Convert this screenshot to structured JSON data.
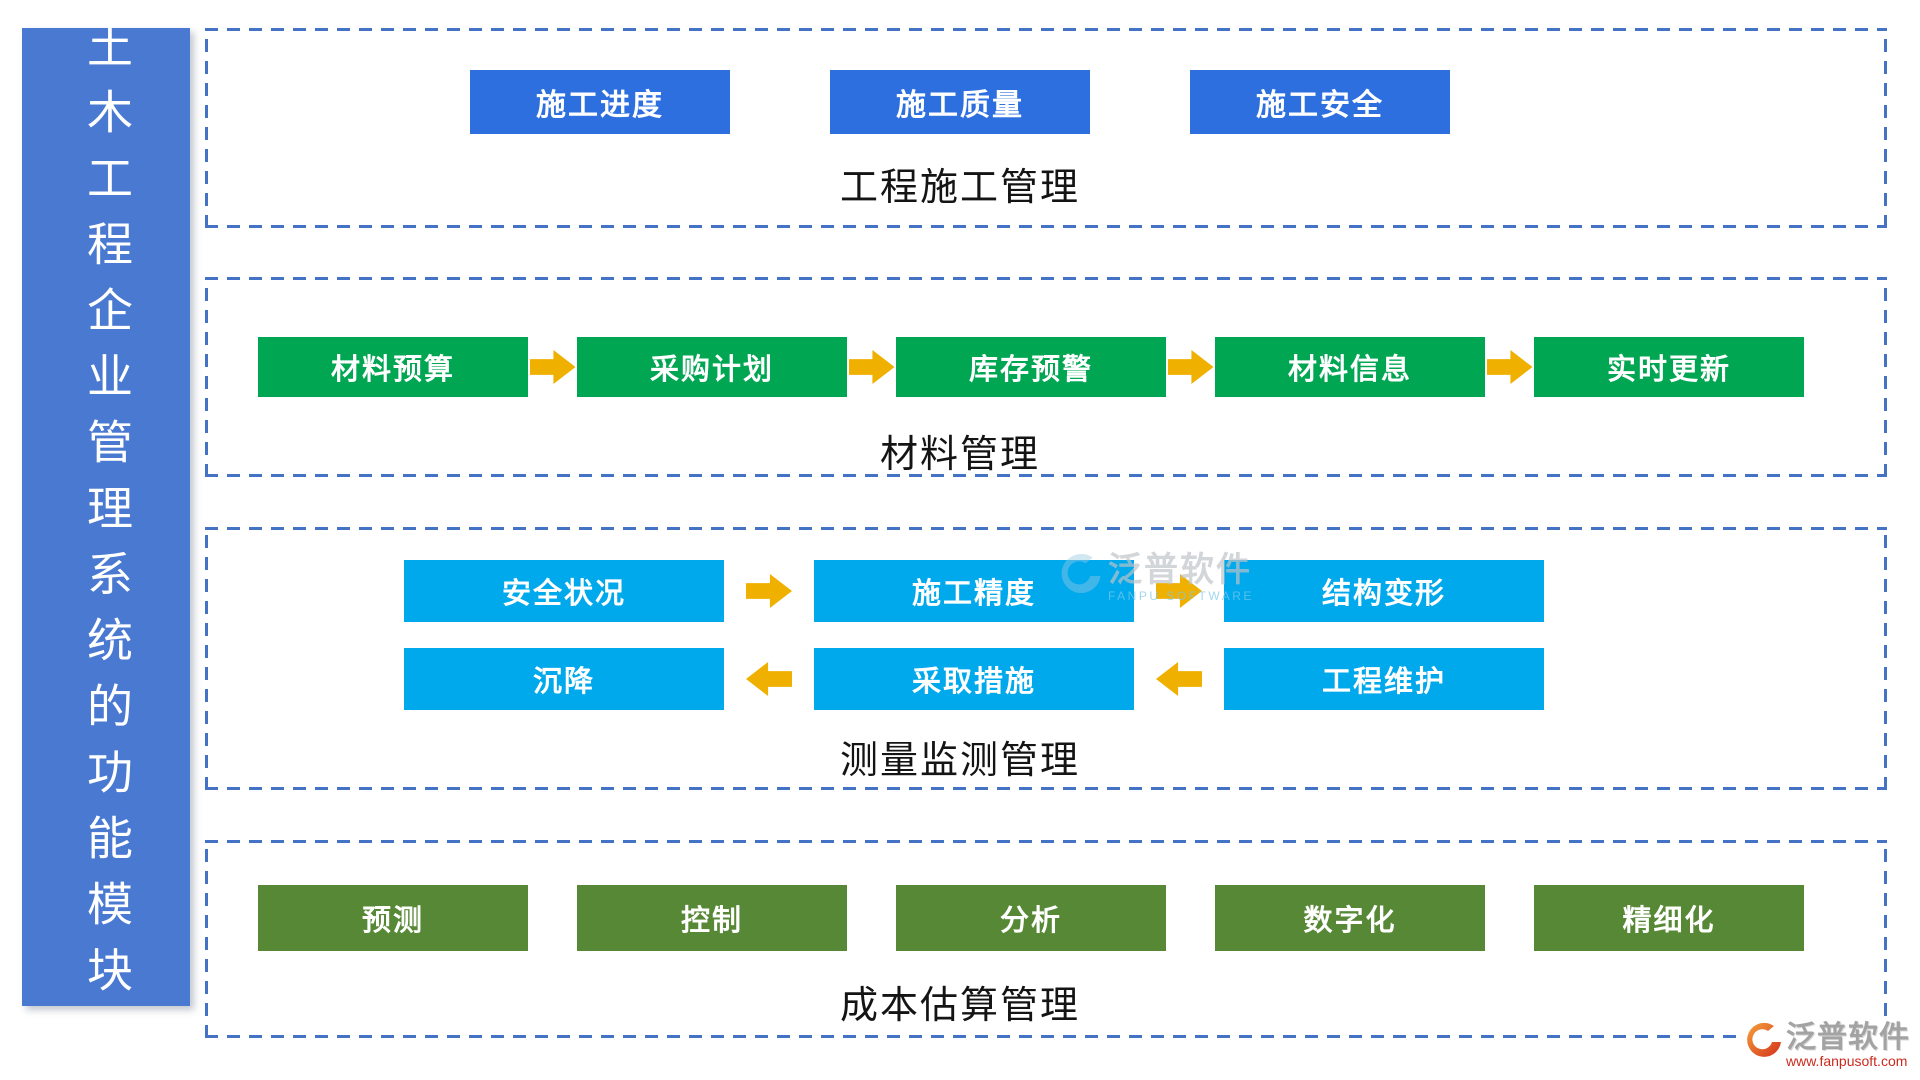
{
  "sidebar": {
    "title": "土木工程企业管理系统的功能模块",
    "bg_color": "#4A79D2",
    "text_color": "#FFFFFF"
  },
  "colors": {
    "dashed_border": "#4472C4",
    "arrow": "#F0B000",
    "construction_button": "#2E6FE0",
    "material_button": "#00A651",
    "monitoring_button": "#00A8EC",
    "cost_button": "#578836",
    "section_title": "#141414"
  },
  "sections": {
    "construction": {
      "title": "工程施工管理",
      "buttons": [
        "施工进度",
        "施工质量",
        "施工安全"
      ]
    },
    "material": {
      "title": "材料管理",
      "buttons": [
        "材料预算",
        "采购计划",
        "库存预警",
        "材料信息",
        "实时更新"
      ]
    },
    "monitoring": {
      "title": "测量监测管理",
      "row1": [
        "安全状况",
        "施工精度",
        "结构变形"
      ],
      "row2": [
        "沉降",
        "采取措施",
        "工程维护"
      ]
    },
    "cost": {
      "title": "成本估算管理",
      "buttons": [
        "预测",
        "控制",
        "分析",
        "数字化",
        "精细化"
      ]
    }
  },
  "watermark": {
    "name": "泛普软件",
    "subtitle": "FANPU SOFTWARE"
  },
  "logo": {
    "name": "泛普软件",
    "url": "www.fanpusoft.com"
  }
}
